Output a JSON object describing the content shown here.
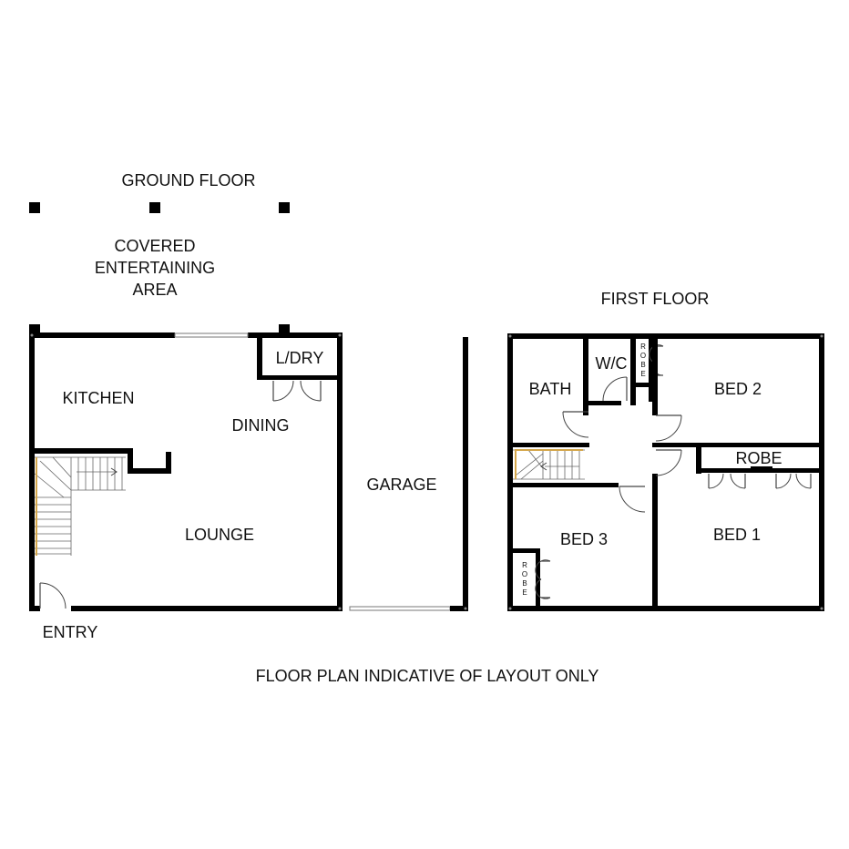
{
  "floors": {
    "ground": {
      "title": "GROUND FLOOR",
      "rooms": {
        "covered": "COVERED\nENTERTAINING\nAREA",
        "kitchen": "KITCHEN",
        "dining": "DINING",
        "laundry": "L/DRY",
        "lounge": "LOUNGE",
        "garage": "GARAGE",
        "entry": "ENTRY"
      }
    },
    "first": {
      "title": "FIRST FLOOR",
      "rooms": {
        "bath": "BATH",
        "wc": "W/C",
        "robe_small": "R\nO\nB\nE",
        "bed2": "BED 2",
        "robe": "ROBE",
        "bed1": "BED 1",
        "bed3": "BED 3",
        "robe_bed3": "R\nO\nB\nE"
      }
    }
  },
  "footer_note": "FLOOR PLAN INDICATIVE OF LAYOUT ONLY",
  "colors": {
    "wall": "#000000",
    "stair_rail": "#d4a64a",
    "background": "#ffffff"
  }
}
